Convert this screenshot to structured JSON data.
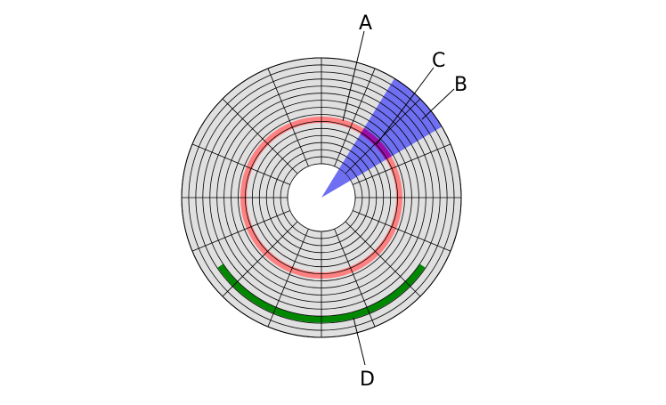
{
  "diagram": {
    "structure": {
      "track_count": 15,
      "sector_dividers": 8
    },
    "labels": {
      "A": "A",
      "B": "B",
      "C": "C",
      "D": "D"
    },
    "colors": {
      "platter_fill": "#e0e0e0",
      "line": "#000000",
      "hub": "#ffffff",
      "track_highlight": "#ff8080",
      "sector_highlight": "#6f6ff2",
      "track_sector_intersection": "#9a0fa8",
      "cluster_highlight": "#008800"
    }
  }
}
